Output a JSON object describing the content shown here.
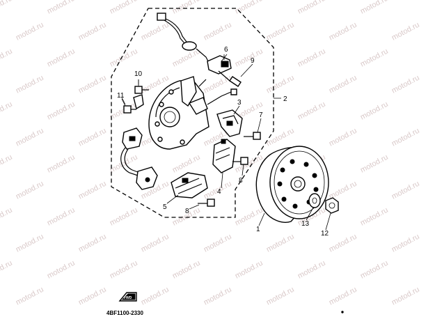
{
  "watermark": {
    "text": "motod.ru"
  },
  "callouts": [
    "1",
    "2",
    "3",
    "4",
    "5",
    "6",
    "7",
    "8",
    "9",
    "10",
    "11",
    "12",
    "13",
    "8"
  ],
  "diagram_code": "4BF1100-2330",
  "front_mark": "FWD",
  "colors": {
    "ink": "#000000",
    "watermark": "#d9c9c9",
    "background": "#ffffff"
  }
}
